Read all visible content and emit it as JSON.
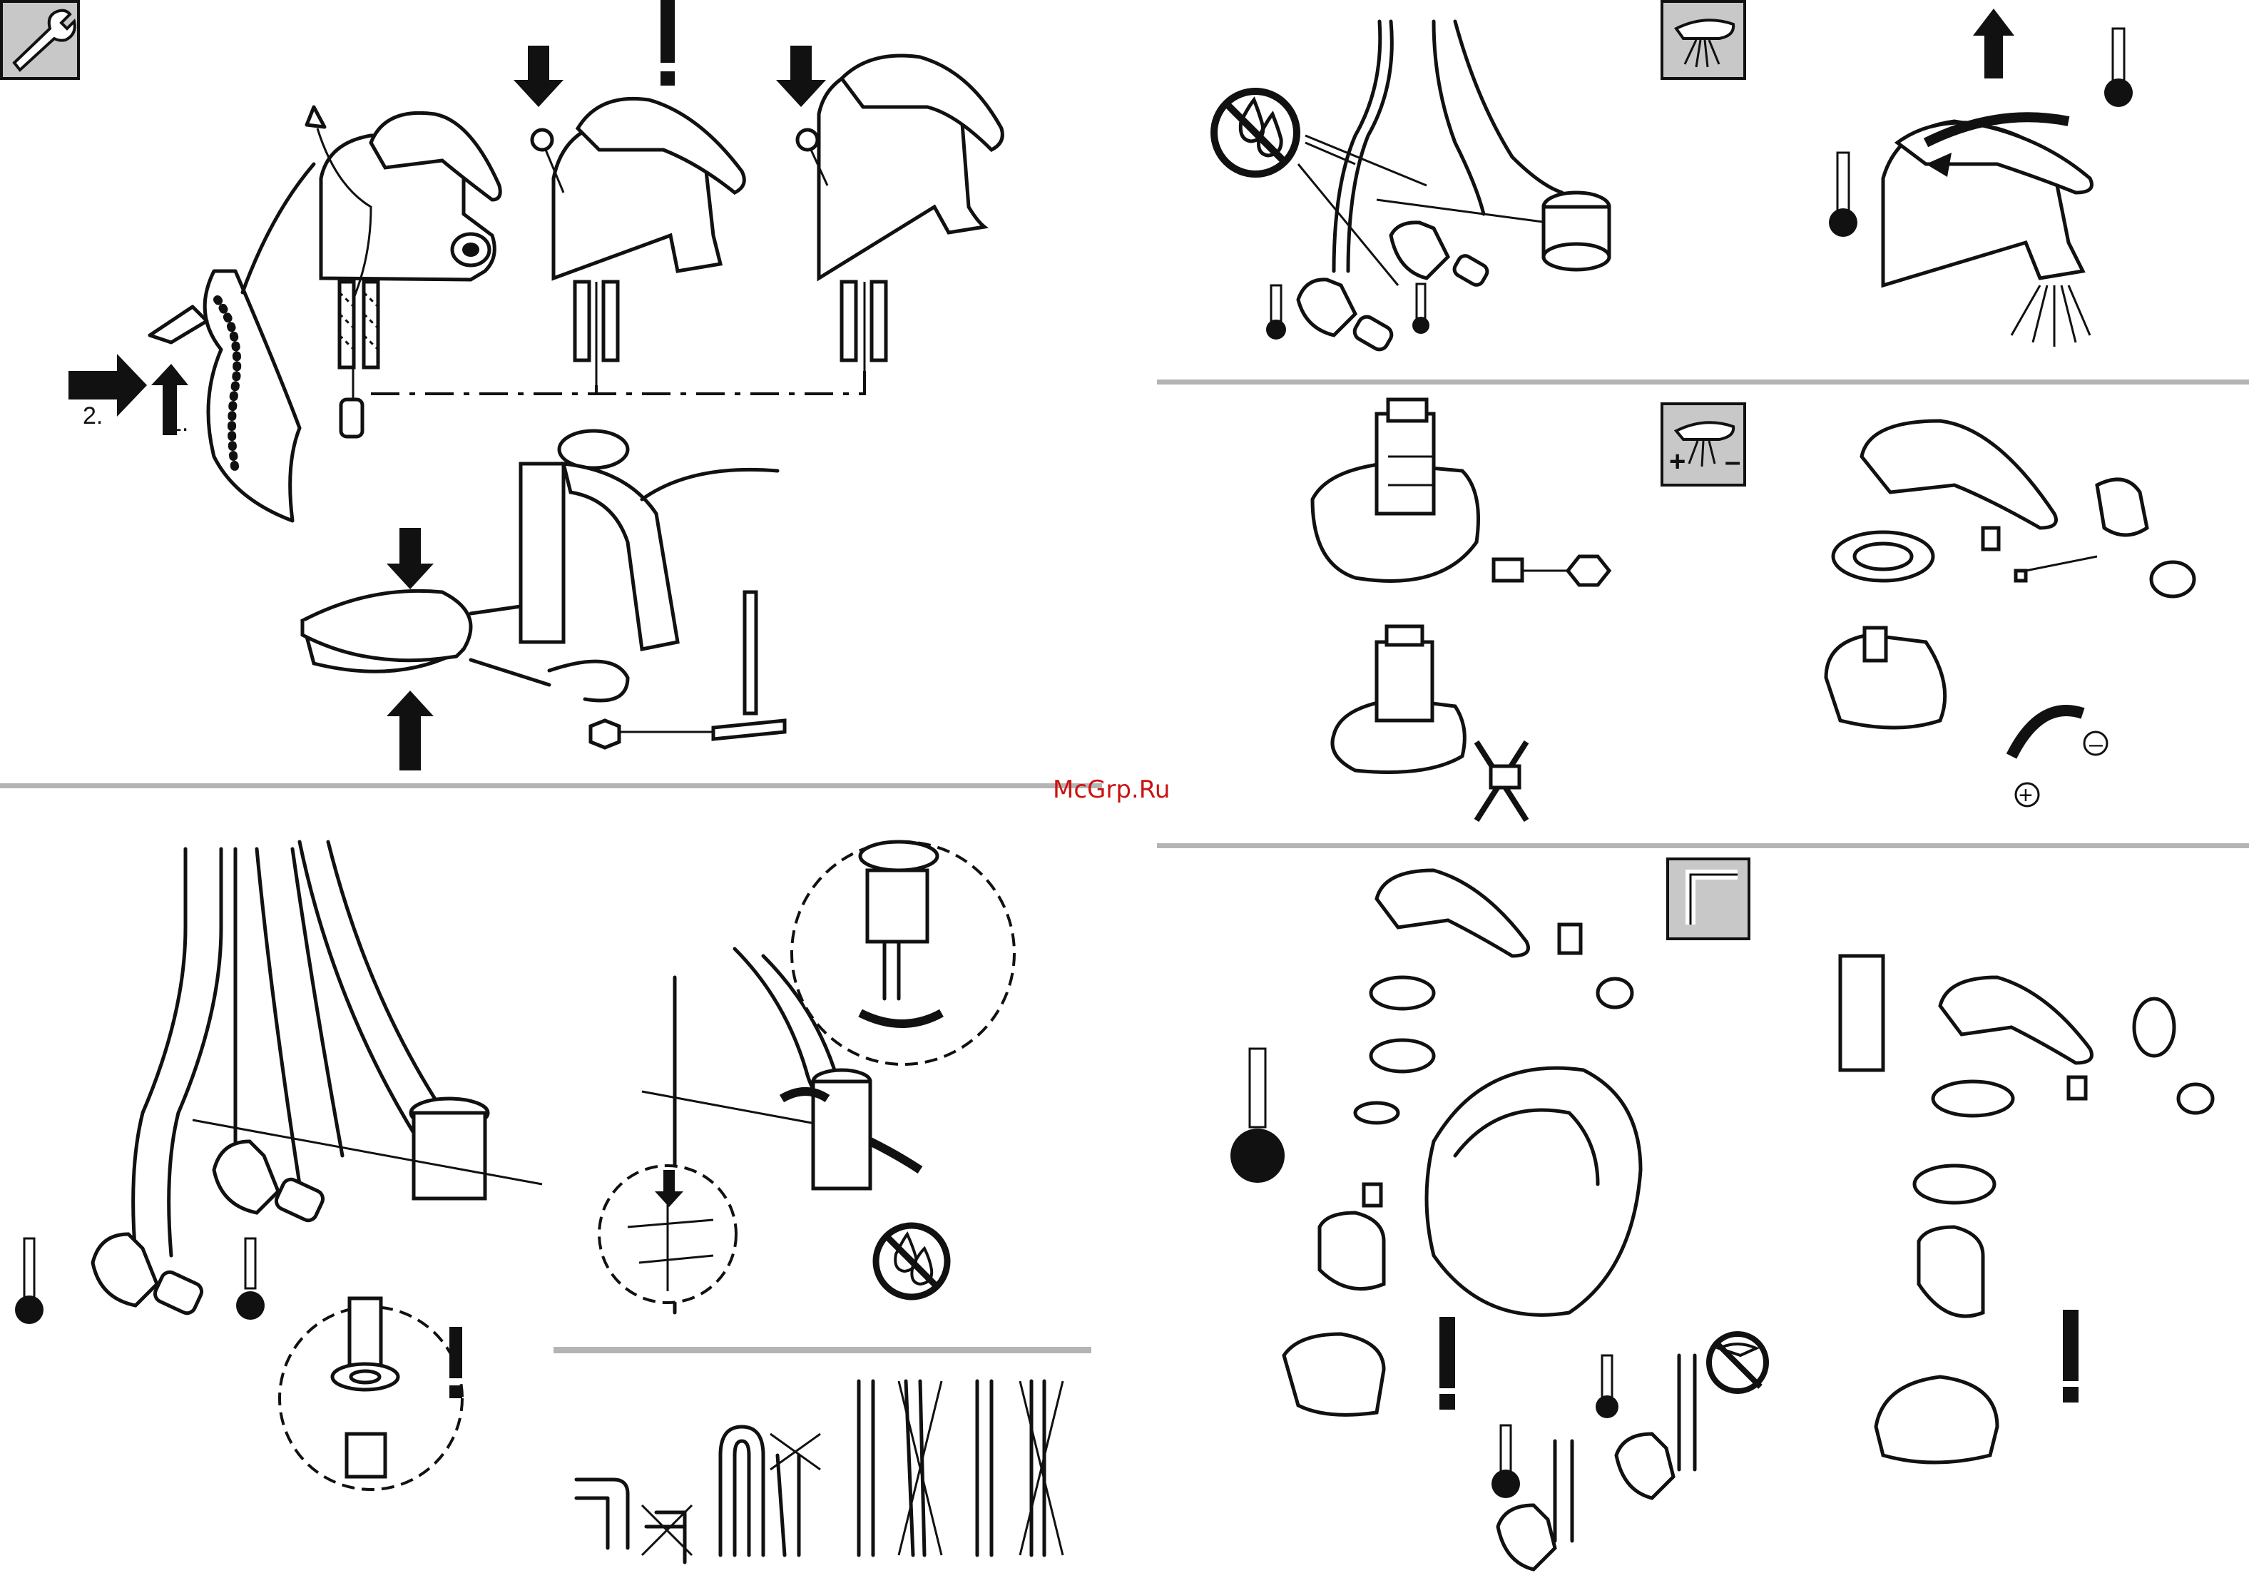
{
  "page": {
    "watermark": "McGrp.Ru",
    "step_labels": [
      "2.",
      "1."
    ],
    "minus_sign": "–",
    "plus_sign": "+",
    "minus_circle": "–",
    "plus_circle": "+"
  },
  "icons": {
    "tool_panel": "wrench-icon",
    "hot_warning": "exclamation-icon",
    "temperature": "thermometer-icon",
    "no_water": "no-water-icon",
    "flow_test": "spray-icon",
    "temperature_limiter": "spray-plus-minus-icon",
    "hex_key": "hex-key-icon"
  },
  "colors": {
    "line": "#111111",
    "divider": "#b4b4b4",
    "icon_panel": "#c8c8c8",
    "watermark": "#cc1111"
  }
}
